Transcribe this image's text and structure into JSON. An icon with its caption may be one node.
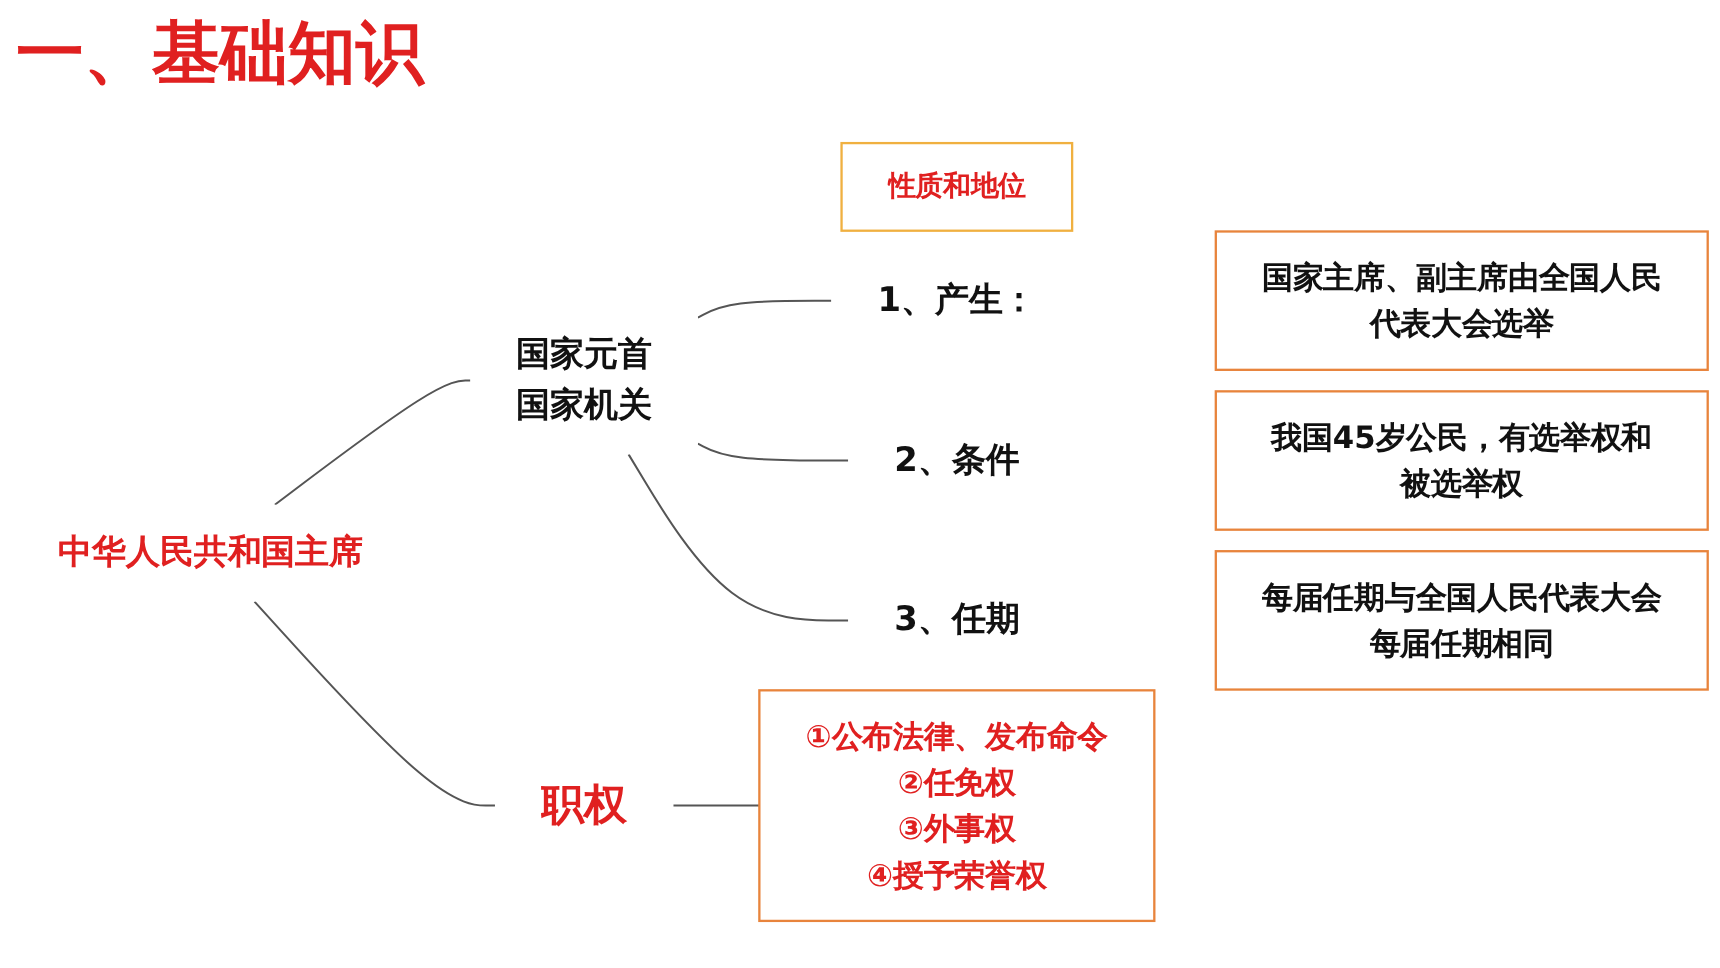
{
  "diagram": {
    "title": "一、基础知识",
    "nodes": [
      {
        "text": [
          "中华人民共和国主席"
        ]
      },
      {
        "text": [
          "国家元首",
          "国家机关"
        ]
      },
      {
        "text": [
          "性质和地位"
        ]
      },
      {
        "text": [
          "1、产生："
        ]
      },
      {
        "text": [
          "国家主席、副主席由全国人民代表大会选举"
        ]
      },
      {
        "text": [
          "2、条件"
        ]
      },
      {
        "text": [
          "我国45岁公民，有选举权和被选举权"
        ]
      },
      {
        "text": [
          "3、任期"
        ]
      },
      {
        "text": [
          "每届任期与全国人民代表大会每届任期相同"
        ]
      },
      {
        "text": [
          "职权"
        ]
      },
      {
        "text": [
          "①公布法律、发布命令",
          "②任免权",
          "③外事权",
          "④授予荣誉权"
        ]
      }
    ],
    "edges": [
      {
        "from": 0,
        "to": 1,
        "arrow": "none"
      },
      {
        "from": 0,
        "to": 9,
        "arrow": "none"
      },
      {
        "from": 1,
        "to": 3,
        "arrow": "none"
      },
      {
        "from": 1,
        "to": 5,
        "arrow": "none"
      },
      {
        "from": 1,
        "to": 7,
        "arrow": "none"
      },
      {
        "from": 9,
        "to": 10,
        "arrow": "none"
      }
    ]
  }
}
